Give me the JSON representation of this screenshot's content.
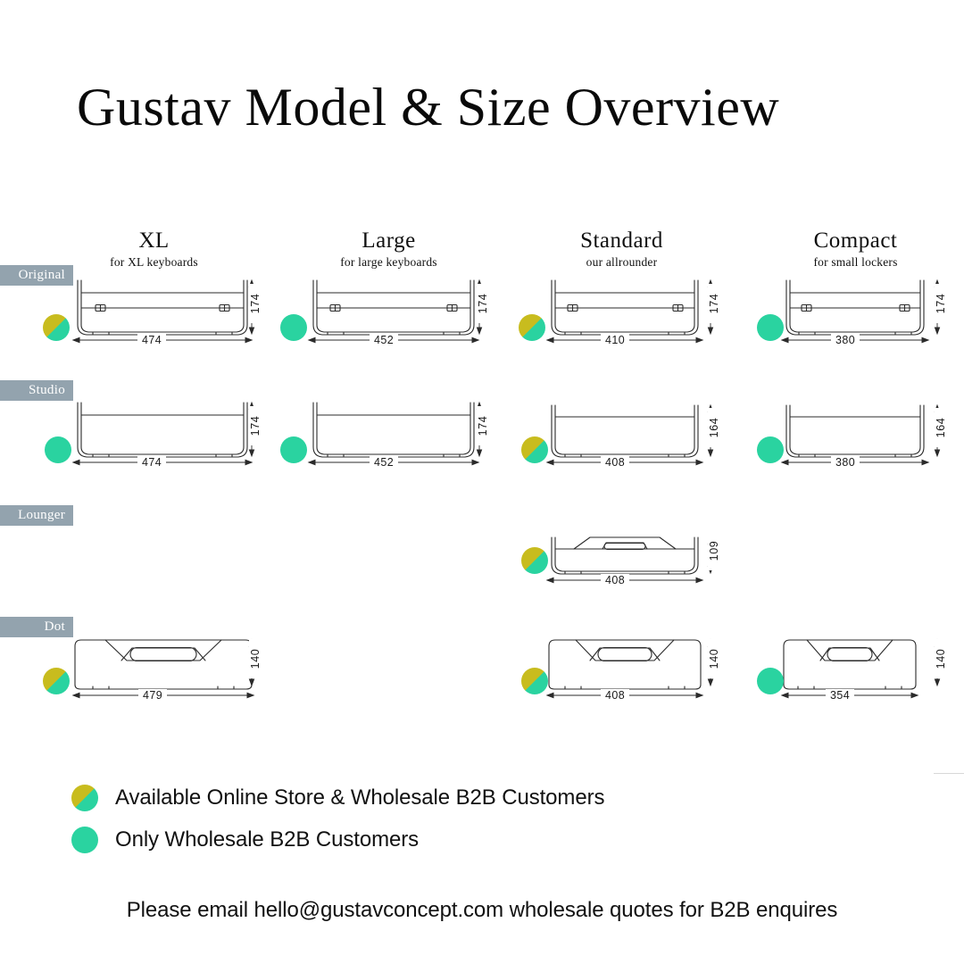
{
  "title": "Gustav Model & Size Overview",
  "colors": {
    "row_chip_bg": "#93a3ae",
    "dot_teal": "#2ad3a0",
    "dot_yellow": "#c8bc1e",
    "line": "#2b2b2b"
  },
  "columns": [
    {
      "name": "XL",
      "sub": "for XL keyboards"
    },
    {
      "name": "Large",
      "sub": "for large keyboards"
    },
    {
      "name": "Standard",
      "sub": "our allrounder"
    },
    {
      "name": "Compact",
      "sub": "for small lockers"
    }
  ],
  "rows": [
    {
      "label": "Original"
    },
    {
      "label": "Studio"
    },
    {
      "label": "Lounger"
    },
    {
      "label": "Dot"
    }
  ],
  "products": {
    "original_xl": {
      "width": "474",
      "height": "174",
      "availability": "split"
    },
    "original_large": {
      "width": "452",
      "height": "174",
      "availability": "teal"
    },
    "original_standard": {
      "width": "410",
      "height": "174",
      "availability": "split"
    },
    "original_compact": {
      "width": "380",
      "height": "174",
      "availability": "teal"
    },
    "studio_xl": {
      "width": "474",
      "height": "174",
      "availability": "teal"
    },
    "studio_large": {
      "width": "452",
      "height": "174",
      "availability": "teal"
    },
    "studio_standard": {
      "width": "408",
      "height": "164",
      "availability": "split"
    },
    "studio_compact": {
      "width": "380",
      "height": "164",
      "availability": "teal"
    },
    "lounger_standard": {
      "width": "408",
      "height": "109",
      "availability": "split"
    },
    "dot_xl": {
      "width": "479",
      "height": "140",
      "availability": "split"
    },
    "dot_standard": {
      "width": "408",
      "height": "140",
      "availability": "split"
    },
    "dot_compact": {
      "width": "354",
      "height": "140",
      "availability": "teal"
    }
  },
  "legend": [
    {
      "marker": "split",
      "text": "Available Online Store & Wholesale B2B Customers"
    },
    {
      "marker": "teal",
      "text": "Only Wholesale B2B Customers"
    }
  ],
  "footer": "Please email hello@gustavconcept.com wholesale quotes for B2B enquires"
}
